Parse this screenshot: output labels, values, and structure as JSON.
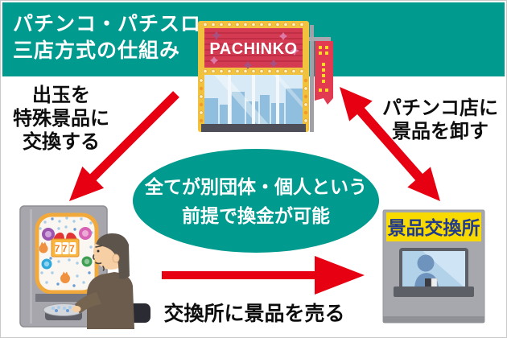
{
  "header": {
    "line1": "パチンコ・パチスロ",
    "line2": "三店方式の仕組み"
  },
  "center_bubble": {
    "line1": "全てが別団体・個人という",
    "line2": "前提で換金が可能"
  },
  "labels": {
    "exchange_to_special_prize": {
      "line1": "出玉を",
      "line2": "特殊景品に",
      "line3": "交換する"
    },
    "wholesale_to_parlor": {
      "line1": "パチンコ店に",
      "line2": "景品を卸す"
    },
    "sell_to_exchange": "交換所に景品を売る"
  },
  "illustrations": {
    "parlor": {
      "sign": "PACHINKO"
    },
    "booth": {
      "sign": "景品交換所"
    },
    "player": {
      "reels": "777"
    }
  },
  "colors": {
    "teal": "#009a8e",
    "arrow_red": "#e60012",
    "parlor_sign_red": "#d43a52",
    "booth_sign_yellow": "#f8da00",
    "booth_sign_text": "#223a8c"
  }
}
